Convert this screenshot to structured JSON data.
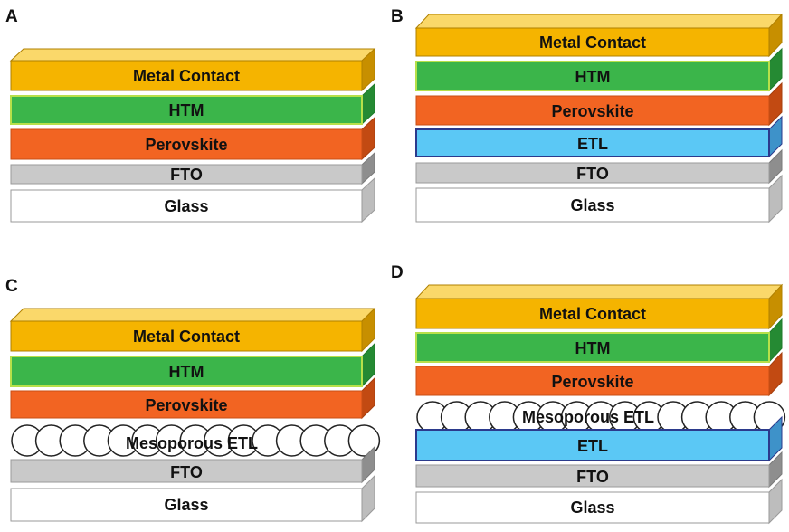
{
  "colors": {
    "metal": "#F5B400",
    "htm": "#3BB54A",
    "perovskite": "#F26422",
    "etl": "#5BC8F5",
    "fto": "#C9C9C9",
    "glass": "#FFFFFF"
  },
  "panels": [
    {
      "label": "A",
      "layers": [
        "Metal Contact",
        "HTM",
        "Perovskite",
        "FTO",
        "Glass"
      ]
    },
    {
      "label": "B",
      "layers": [
        "Metal Contact",
        "HTM",
        "Perovskite",
        "ETL",
        "FTO",
        "Glass"
      ]
    },
    {
      "label": "C",
      "layers": [
        "Metal Contact",
        "HTM",
        "Perovskite",
        "Mesoporous ETL",
        "FTO",
        "Glass"
      ]
    },
    {
      "label": "D",
      "layers": [
        "Metal Contact",
        "HTM",
        "Perovskite",
        "Mesoporous ETL",
        "ETL",
        "FTO",
        "Glass"
      ]
    }
  ]
}
